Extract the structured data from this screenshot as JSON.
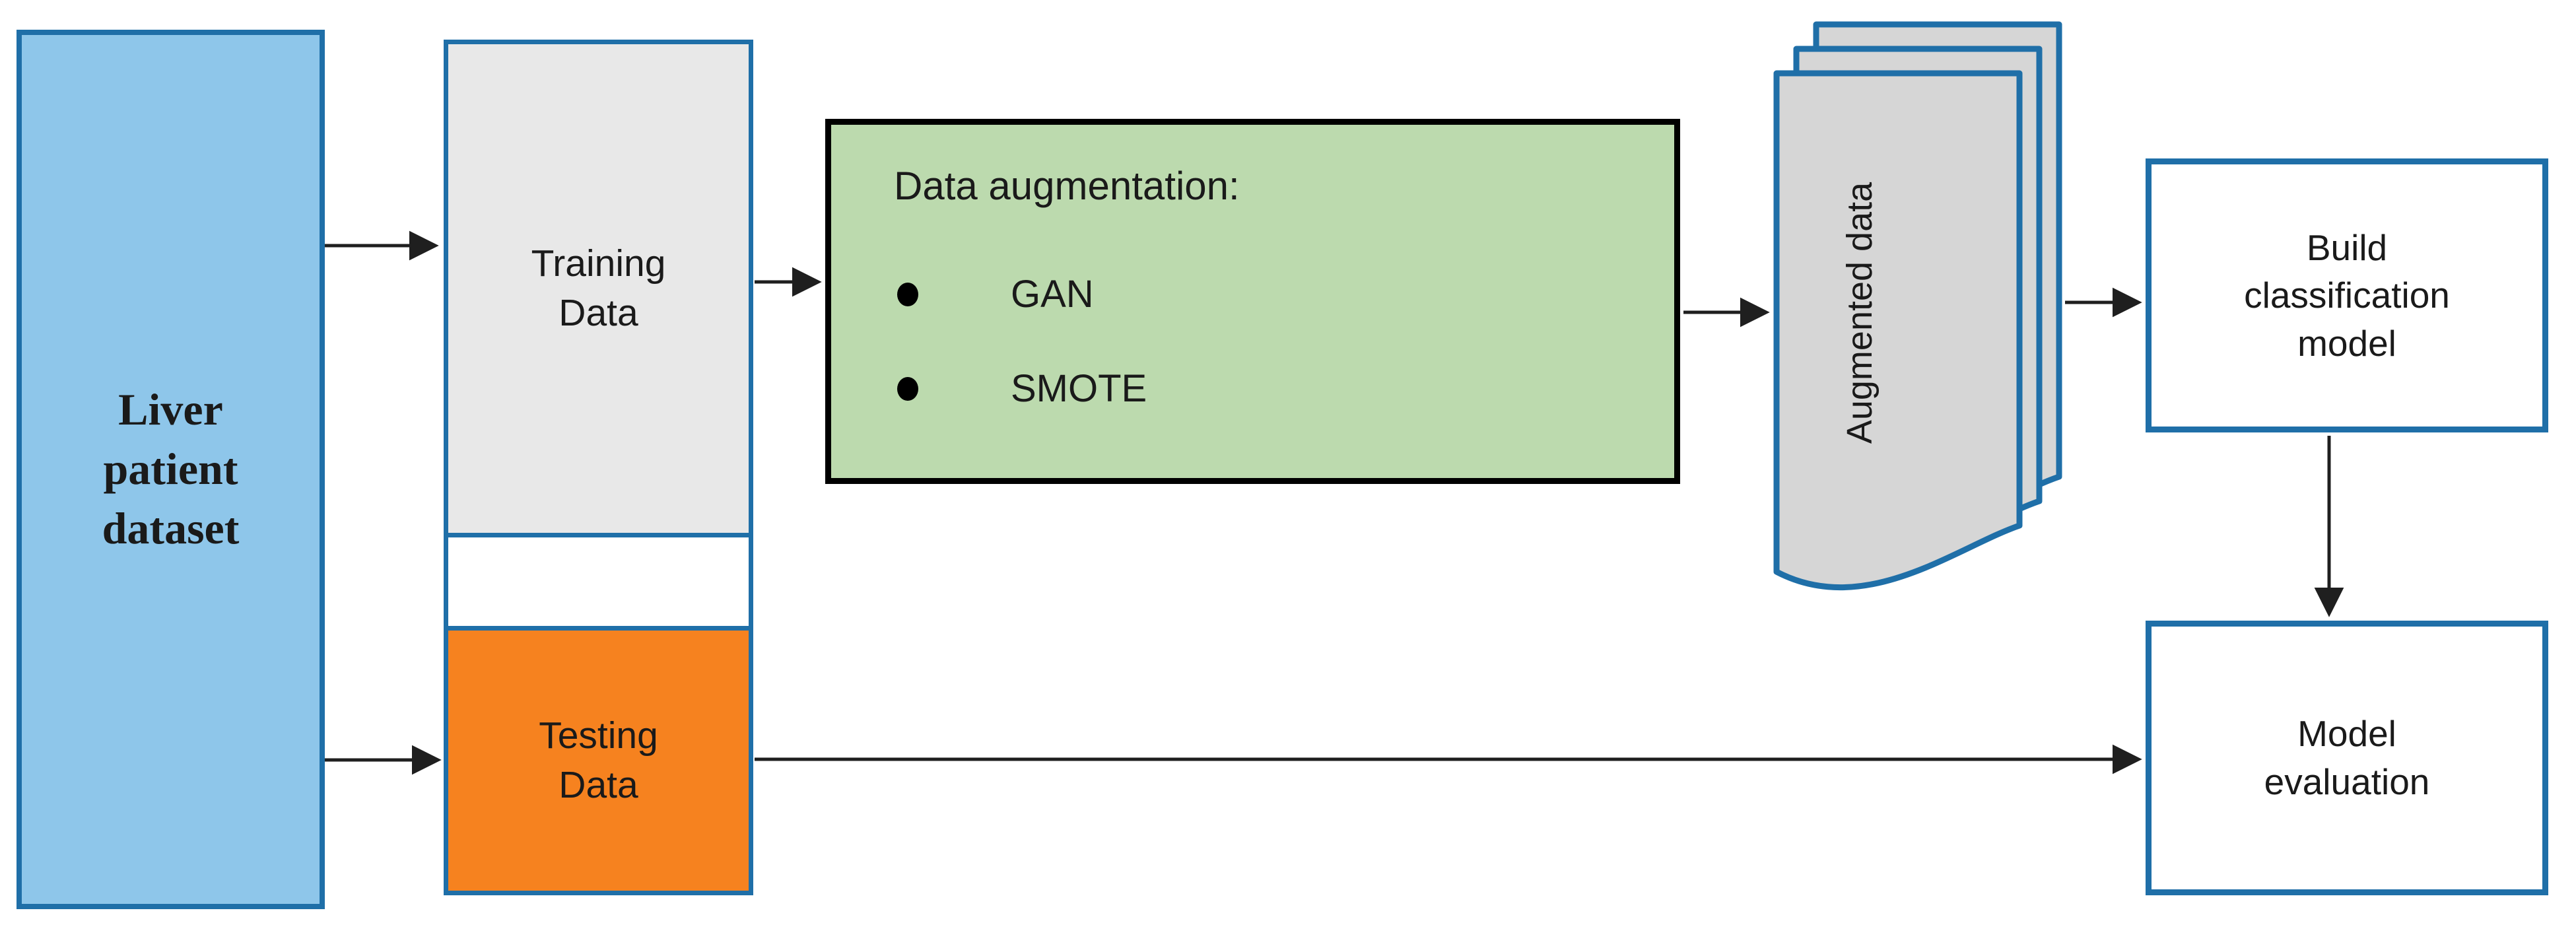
{
  "diagram": {
    "nodes": {
      "liver_dataset": {
        "label": "Liver\npatient\ndataset"
      },
      "training_data": {
        "label": "Training\nData"
      },
      "testing_data": {
        "label": "Testing\nData"
      },
      "data_augmentation": {
        "title": "Data augmentation:",
        "items": [
          "GAN",
          "SMOTE"
        ]
      },
      "augmented_data": {
        "label": "Augmented data"
      },
      "build_model": {
        "label": "Build\nclassification\nmodel"
      },
      "model_evaluation": {
        "label": "Model\nevaluation"
      }
    },
    "colors": {
      "liver_fill": "#8ec6ea",
      "node_border_blue": "#1f6fa8",
      "training_fill": "#e8e8e8",
      "testing_fill": "#f6821f",
      "augmentation_fill": "#bcdaae",
      "augmentation_border": "#000000",
      "document_fill": "#d6d6d6",
      "arrow_color": "#1f1f1f",
      "text_color": "#1a1a1a",
      "background": "#ffffff"
    }
  }
}
